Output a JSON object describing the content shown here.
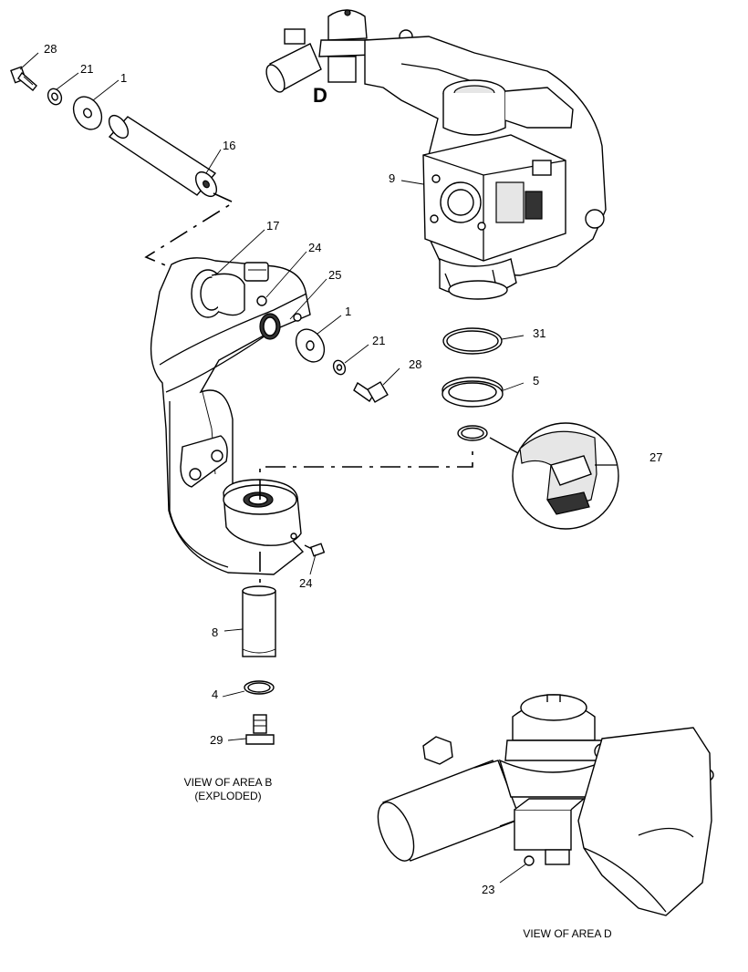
{
  "callouts": {
    "c28a": "28",
    "c21a": "21",
    "c1a": "1",
    "c16": "16",
    "c17": "17",
    "c24a": "24",
    "c25": "25",
    "c1b": "1",
    "c21b": "21",
    "c28b": "28",
    "c9": "9",
    "c31": "31",
    "c5": "5",
    "c27": "27",
    "c24b": "24",
    "c8": "8",
    "c4": "4",
    "c29": "29",
    "c23": "23"
  },
  "area_marker": "D",
  "captions": {
    "view_b_line1": "VIEW OF AREA B",
    "view_b_line2": "(EXPLODED)",
    "view_d": "VIEW OF AREA D"
  }
}
